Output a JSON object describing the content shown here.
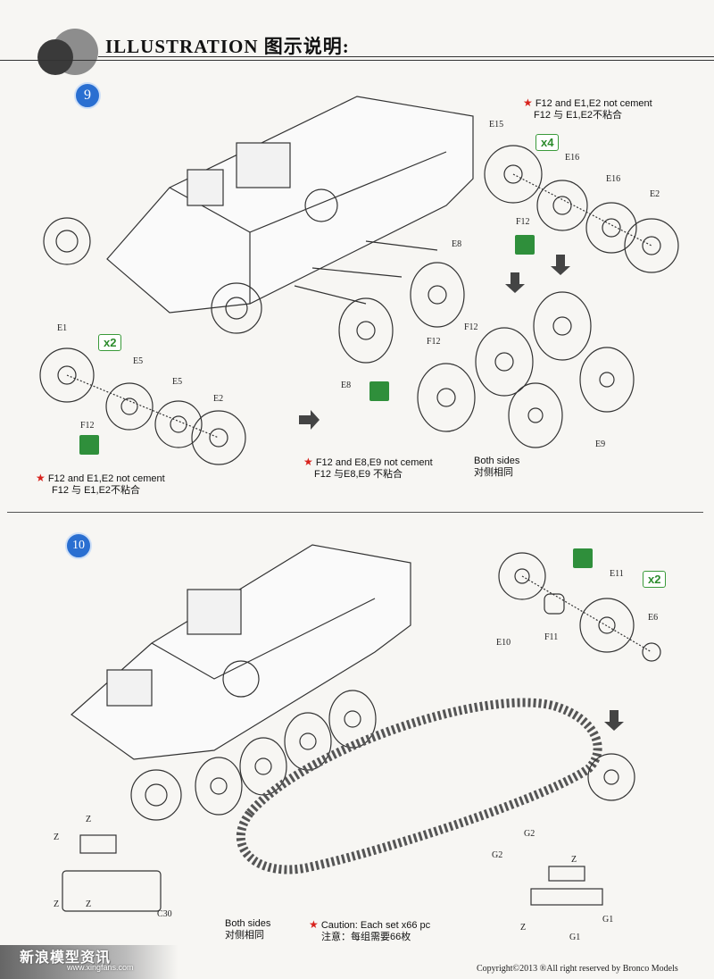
{
  "header": {
    "title": "ILLUSTRATION 图示说明:"
  },
  "steps": {
    "step9": "9",
    "step10": "10"
  },
  "step9": {
    "note_top": {
      "line1": "F12 and E1,E2  not cement",
      "line2": "F12 与 E1,E2不粘合"
    },
    "qty_top": "x4",
    "qty_left": "x2",
    "note_left": {
      "line1": "F12 and E1,E2  not cement",
      "line2": "F12 与 E1,E2不粘合"
    },
    "note_mid": {
      "line1": "F12 and E8,E9  not cement",
      "line2": "F12 与E8,E9 不粘合"
    },
    "both_sides": {
      "line1": "Both sides",
      "line2": "对侧相同"
    },
    "labels": {
      "e15": "E15",
      "e16a": "E16",
      "e16b": "E16",
      "e2_top": "E2",
      "f12_top": "F12",
      "e8_top": "E8",
      "f12_mid1": "F12",
      "f12_mid2": "F12",
      "e8_mid": "E8",
      "e9": "E9",
      "e1": "E1",
      "e5a": "E5",
      "e5b": "E5",
      "e2_left": "E2",
      "f12_left": "F12"
    }
  },
  "step10": {
    "qty": "x2",
    "labels": {
      "e11": "E11",
      "e6": "E6",
      "e10": "E10",
      "f11": "F11",
      "z1": "Z",
      "z2": "Z",
      "z3": "Z",
      "z4": "Z",
      "c30": "C30",
      "g2a": "G2",
      "g2b": "G2",
      "za": "Z",
      "zb": "Z",
      "g1a": "G1",
      "g1b": "G1"
    },
    "both_sides": {
      "line1": "Both sides",
      "line2": "对侧相同"
    },
    "caution": {
      "line1": "Caution: Each set x66 pc",
      "line2": "注意：每组需要66枚"
    }
  },
  "footer": {
    "copyright": "Copyright©2013  ®All right reserved by Bronco Models",
    "watermark": "新浪模型资讯",
    "watermark_url": "www.xingfans.com"
  },
  "colors": {
    "accent_blue": "#2a6fd1",
    "glue_green": "#2f8f3b",
    "star_red": "#d8221c"
  }
}
